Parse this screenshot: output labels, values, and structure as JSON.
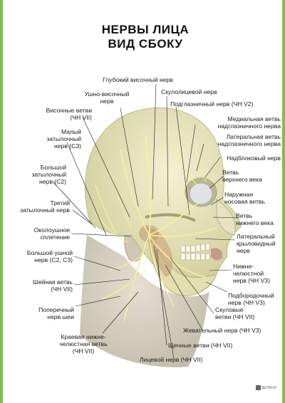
{
  "poster": {
    "title_line1": "НЕРВЫ ЛИЦА",
    "title_line2": "ВИД СБОКУ",
    "publisher": "ДЕЛАЕМ"
  },
  "colors": {
    "frame_green": "#7dbf4a",
    "skull": "#e6e3b8",
    "skin": "#d7d1c0",
    "nerve": "#f2ee9a",
    "leader": "#1a1a1a"
  },
  "labels": {
    "deep_temporal": "Глубокий височный нерв",
    "auriculotemporal": "Ушно-височный\nнерв",
    "zygomaticofacial": "Скулолицевой нерв",
    "temporal_branches": "Височные ветви\n(ЧН VII)",
    "infraorbital": "Подглазничный нерв (ЧН V2)",
    "supratrochlear_medial": "Медиальная ветвь\nнадглазничного нерва",
    "lesser_occipital": "Малый\nзатылочный\nнерв (C3)",
    "supratrochlear_lateral": "Латеральная ветвь\nнадглазничного нерва",
    "supratrochlear": "Надблоковый нерв",
    "greater_occipital": "Большой\nзатылочный\nнерв (C2)",
    "upper_eyelid": "Ветвь\nверхнего века",
    "external_nasal": "Наружная\nносовая ветвь",
    "third_occipital": "Третий\nзатылочный нерв",
    "lower_eyelid": "Ветвь\nнижнего века",
    "parotid_plexus": "Околоушное\nсплетение",
    "lateral_pterygoid": "Латеральный\nкрыловидный\nнерв",
    "great_auricular": "Большой ушной\nнерв (C2, C3)",
    "mylohyoid": "Нижне-\nчелюстной\nнерв (ЧН V3)",
    "cervical_branch": "Шейная ветвь\n(ЧН VII)",
    "mental": "Подбородочный\nнерв (ЧН V3)",
    "transverse_cervical": "Поперечный\nнерв шеи",
    "zygomatic_branches": "Скуловые\nветви (ЧН VII)",
    "masseteric": "Жевательный нерв (ЧН V3)",
    "marginal_mandibular": "Краевая нижне-\nчелюстная ветвь\n(ЧН VII)",
    "buccal_branches": "Щечные ветви (ЧН VII)",
    "facial_nerve": "Лицевой нерв (ЧН VII)"
  }
}
